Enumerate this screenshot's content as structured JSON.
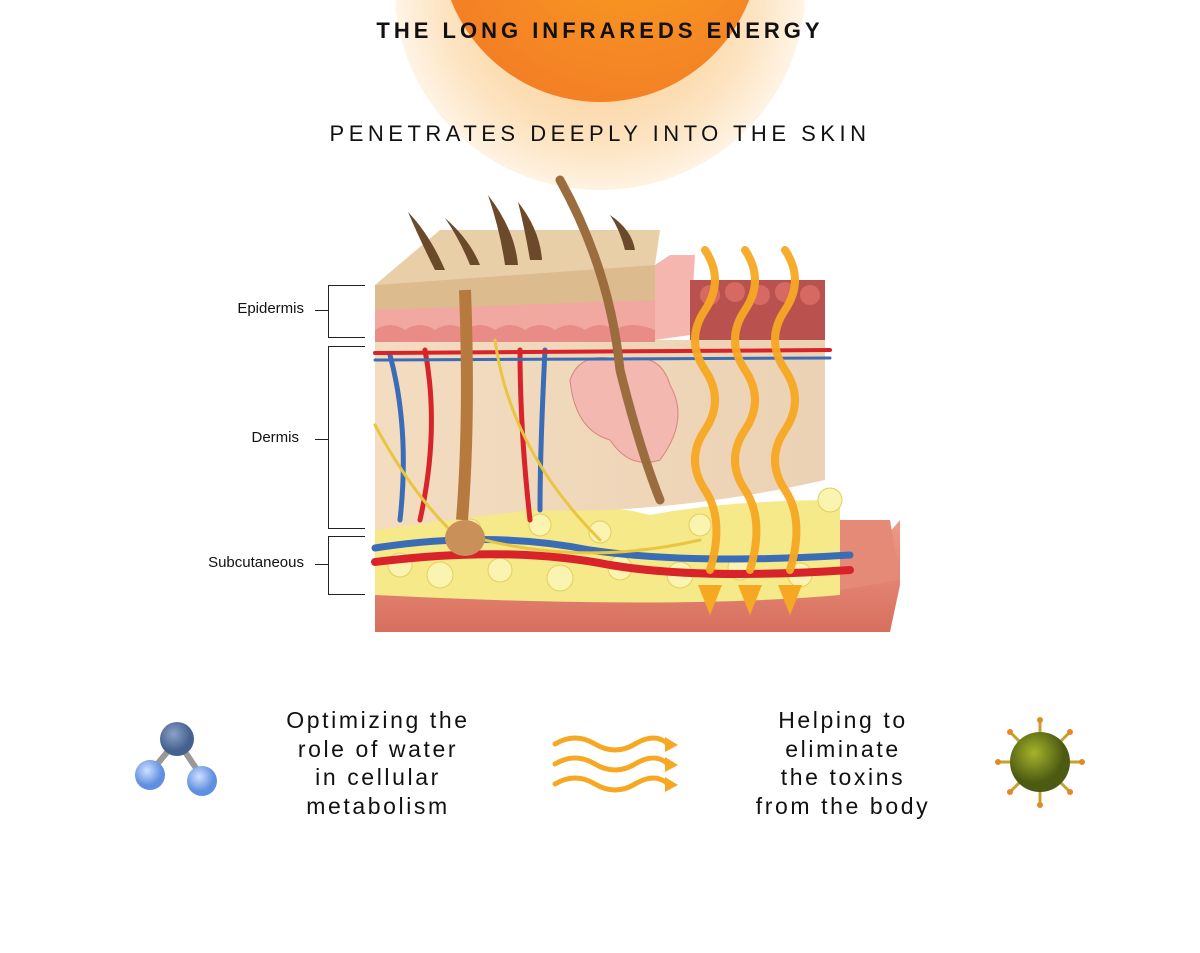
{
  "header": {
    "title": "THE LONG INFRAREDS ENERGY",
    "subtitle": "PENETRATES DEEPLY INTO THE SKIN"
  },
  "layers": [
    {
      "label": "Epidermis"
    },
    {
      "label": "Dermis"
    },
    {
      "label": "Subcutaneous"
    }
  ],
  "benefits": [
    {
      "icon": "water-molecule-icon",
      "lines": [
        "Optimizing the",
        "role of water",
        "in cellular",
        "metabolism"
      ]
    },
    {
      "icon": "virus-icon",
      "lines": [
        "Helping to",
        "eliminate",
        "the toxins",
        "from the body"
      ]
    }
  ],
  "colors": {
    "sun": "#f58a24",
    "infrared_waves": "#f7a823",
    "artery": "#d8232a",
    "vein": "#3a6db5",
    "nerve": "#e8c640"
  }
}
